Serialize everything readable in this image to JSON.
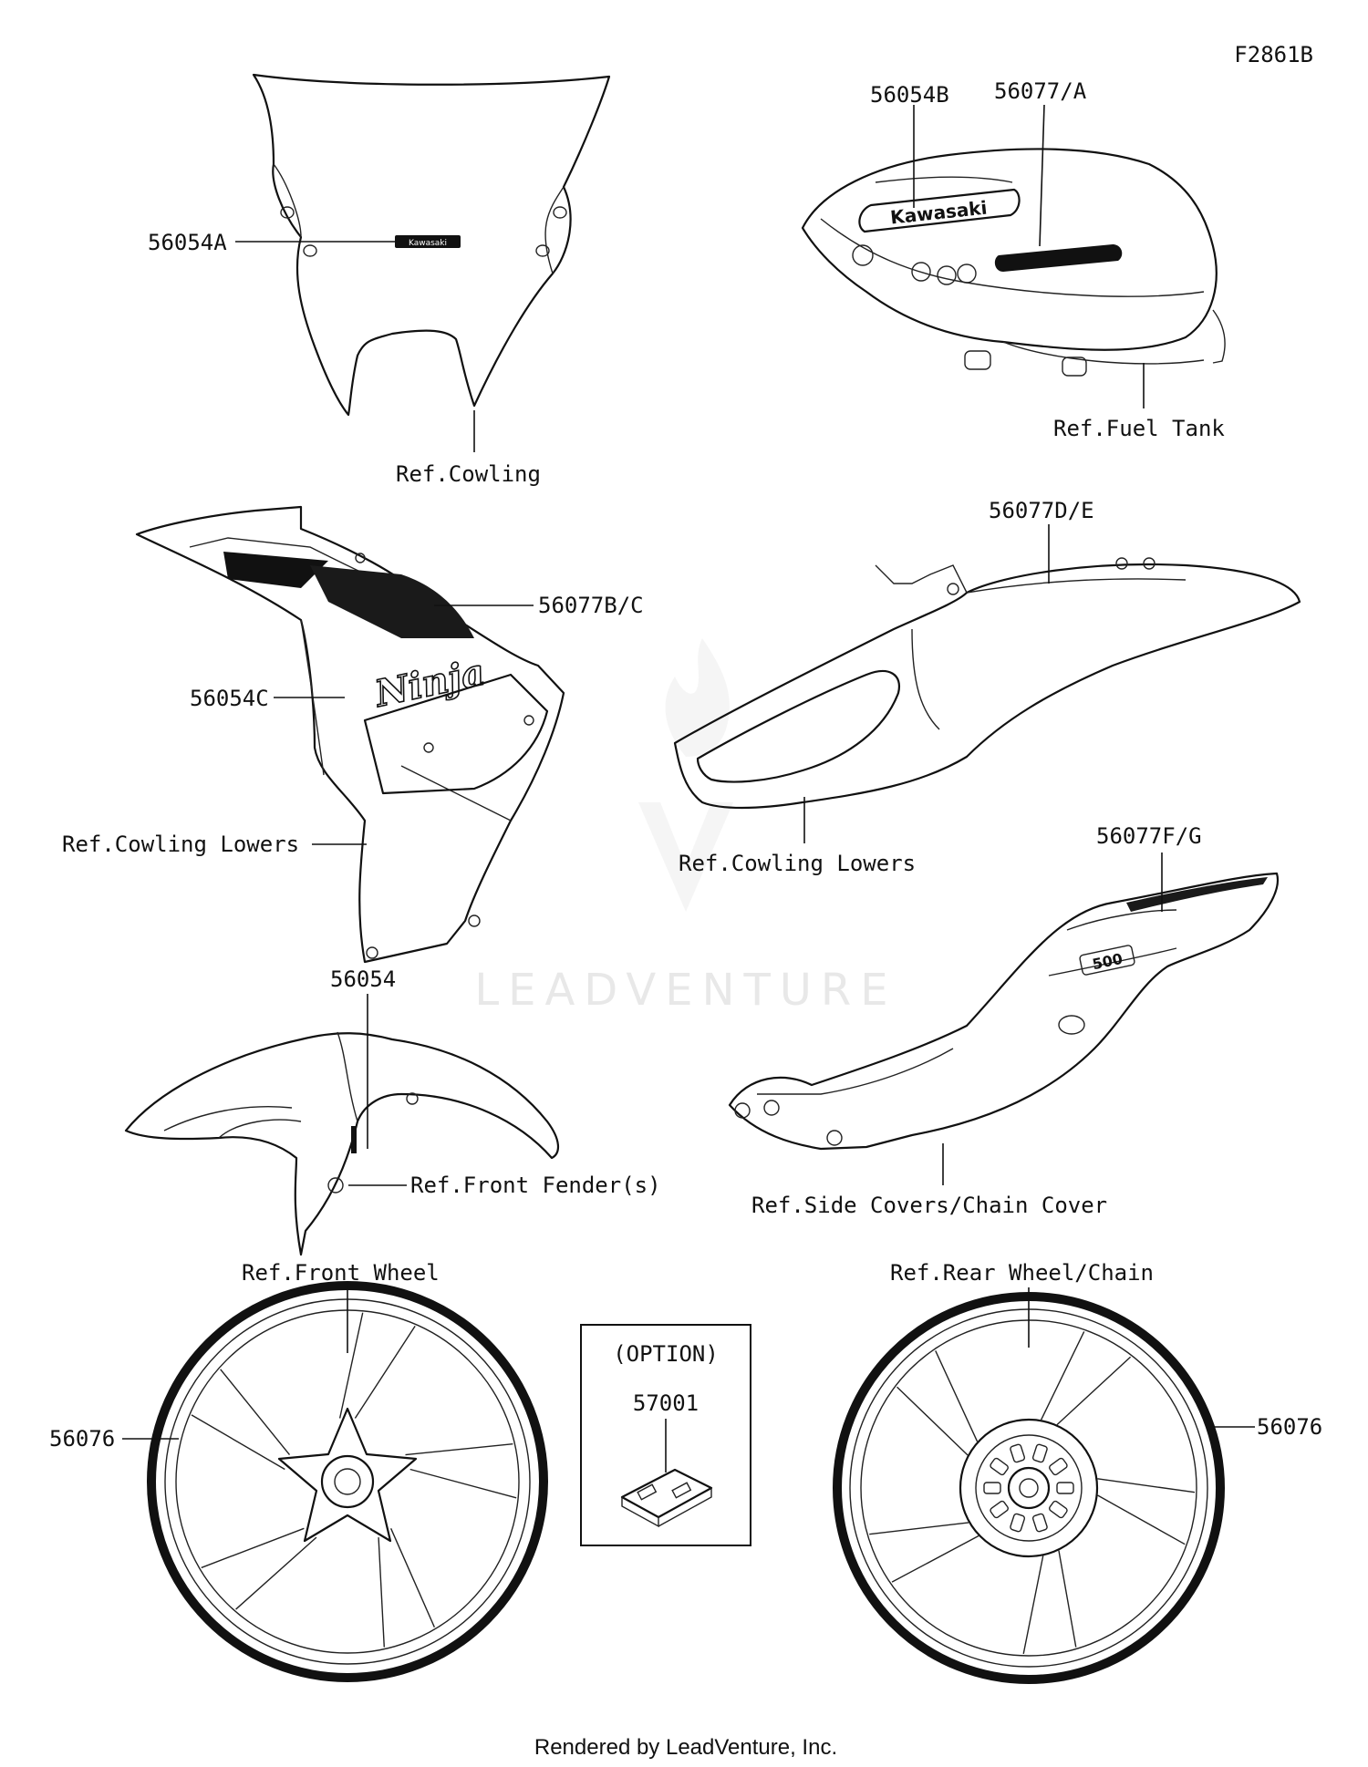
{
  "figure_code": "F2861B",
  "watermark_text": "LEADVENTURE",
  "footer": "Rendered by LeadVenture, Inc.",
  "option_label": "(OPTION)",
  "decal_text": {
    "kawasaki": "Kawasaki",
    "ninja": "Ninja",
    "model": "500"
  },
  "callouts": {
    "p56054A": "56054A",
    "ref_cowling": "Ref.Cowling",
    "p56054B": "56054B",
    "p56077A": "56077/A",
    "ref_fuel_tank": "Ref.Fuel Tank",
    "p56077BC": "56077B/C",
    "p56054C": "56054C",
    "ref_cowling_lowers_left": "Ref.Cowling Lowers",
    "p56077DE": "56077D/E",
    "ref_cowling_lowers_right": "Ref.Cowling Lowers",
    "p56077FG": "56077F/G",
    "p56054": "56054",
    "ref_front_fender": "Ref.Front Fender(s)",
    "ref_side_covers": "Ref.Side Covers/Chain Cover",
    "ref_front_wheel": "Ref.Front Wheel",
    "ref_rear_wheel": "Ref.Rear Wheel/Chain",
    "p56076_left": "56076",
    "p56076_right": "56076",
    "p57001": "57001"
  }
}
